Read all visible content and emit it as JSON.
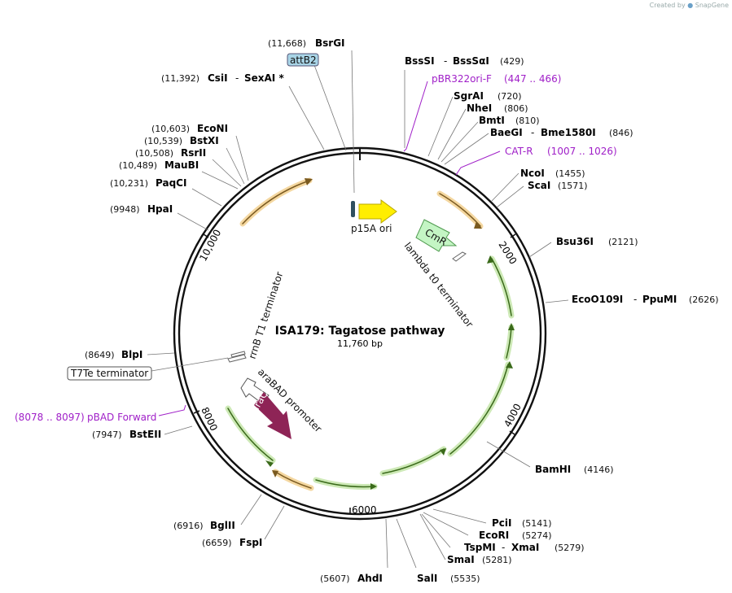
{
  "credit": {
    "prefix": "Created by",
    "brand": "SnapGene"
  },
  "plasmid": {
    "name": "ISA179: Tagatose pathway",
    "size": "11,760 bp"
  },
  "ticks": [
    "2000",
    "4000",
    "6000",
    "8000",
    "10,000"
  ],
  "features": {
    "p15a": "p15A ori",
    "cmr": "CmR",
    "lambda": "lambda t0 terminator",
    "rrnb": "rrnB T1 terminator",
    "arabad": "araBAD promoter",
    "arac": "araC",
    "attb2": "attB2",
    "t7te": "T7Te terminator"
  },
  "primers": {
    "pbr322": {
      "label": "pBR322ori-F",
      "range": "(447 .. 466)"
    },
    "catr": {
      "label": "CAT-R",
      "range": "(1007 .. 1026)"
    },
    "pbad": {
      "label": "pBAD Forward",
      "range": "(8078 .. 8097)"
    }
  },
  "sites": {
    "bsrgi": {
      "pos": "(11,668)",
      "name": "BsrGI"
    },
    "csii": {
      "pos": "(11,392)",
      "name": "CsiI",
      "alt": "SexAI *"
    },
    "econi": {
      "pos": "(10,603)",
      "name": "EcoNI"
    },
    "bstxi": {
      "pos": "(10,539)",
      "name": "BstXI"
    },
    "rsrii": {
      "pos": "(10,508)",
      "name": "RsrII"
    },
    "maubi": {
      "pos": "(10,489)",
      "name": "MauBI"
    },
    "paqci": {
      "pos": "(10,231)",
      "name": "PaqCI"
    },
    "hpai": {
      "pos": "(9948)",
      "name": "HpaI"
    },
    "blpi": {
      "pos": "(8649)",
      "name": "BlpI"
    },
    "bsteii": {
      "pos": "(7947)",
      "name": "BstEII"
    },
    "bglii": {
      "pos": "(6916)",
      "name": "BglII"
    },
    "fspi": {
      "pos": "(6659)",
      "name": "FspI"
    },
    "ahdi": {
      "pos": "(5607)",
      "name": "AhdI"
    },
    "sali": {
      "pos": "(5535)",
      "name": "SalI"
    },
    "smai": {
      "pos": "(5281)",
      "name": "SmaI"
    },
    "tspmi": {
      "pos": "(5279)",
      "name": "TspMI",
      "alt": "XmaI"
    },
    "ecori": {
      "pos": "(5274)",
      "name": "EcoRI"
    },
    "pcii": {
      "pos": "(5141)",
      "name": "PciI"
    },
    "bamhi": {
      "pos": "(4146)",
      "name": "BamHI"
    },
    "ecoo109i": {
      "pos": "(2626)",
      "name": "EcoO109I",
      "alt": "PpuMI"
    },
    "bsu36i": {
      "pos": "(2121)",
      "name": "Bsu36I"
    },
    "scai": {
      "pos": "(1571)",
      "name": "ScaI"
    },
    "ncoi": {
      "pos": "(1455)",
      "name": "NcoI"
    },
    "baegi": {
      "pos": "(846)",
      "name": "BaeGI",
      "alt": "Bme1580I"
    },
    "bmti": {
      "pos": "(810)",
      "name": "BmtI"
    },
    "nhei": {
      "pos": "(806)",
      "name": "NheI"
    },
    "sgrai": {
      "pos": "(720)",
      "name": "SgrAI"
    },
    "bsssi": {
      "pos": "(429)",
      "name": "BssSI",
      "alt": "BssSαI"
    }
  },
  "colors": {
    "backbone": "#111111",
    "orange_orf": "#e8a33c",
    "green_orf": "#6fb83a",
    "ori": "#ffee00",
    "cmr": "#c4f5c4",
    "arac": "#8e2456",
    "primer": "#a020c8",
    "attb2": "#a8d4e6"
  }
}
